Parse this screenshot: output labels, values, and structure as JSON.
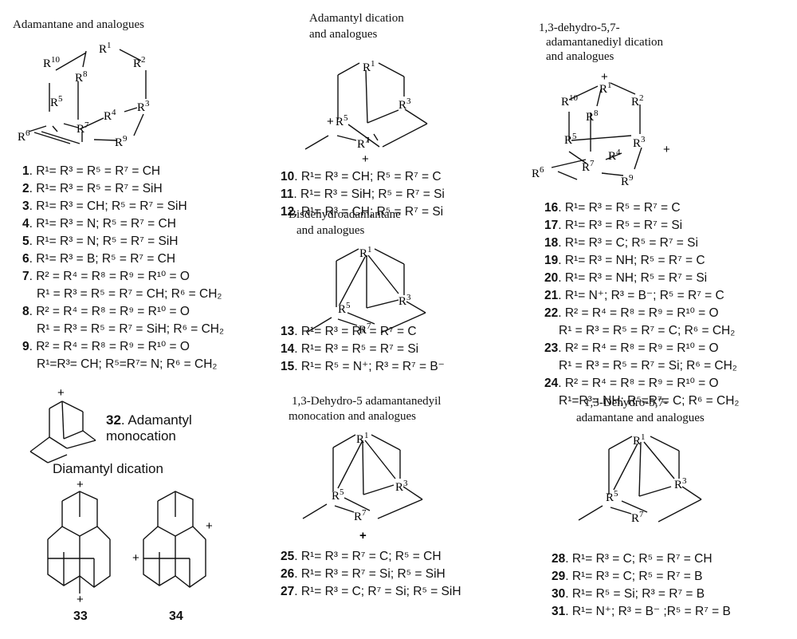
{
  "headings": {
    "h1": "Adamantane and analogues",
    "h2a": "Adamantyl dication",
    "h2b": "and analogues",
    "h3a": "1,3-dehydro-5,7-",
    "h3b": "adamantanediyl dication",
    "h3c": "and analogues",
    "h4a": "Bisdehydroadamantane",
    "h4b": "and analogues",
    "h5a": "1,3-Dehydro-5 adamantanedyil",
    "h5b": "monocation and analogues",
    "h6a": "1,3-Dehydro-5,7-",
    "h6b": "adamantane and analogues",
    "h7": "Diamantyl dication"
  },
  "mono": {
    "num": "32",
    "line1": ". Adamantyl",
    "line2": "monocation"
  },
  "diamantyl": {
    "a": "33",
    "b": "34"
  },
  "atoms": {
    "R1": "R",
    "R2": "R",
    "R3": "R",
    "R4": "R",
    "R5": "R",
    "R6": "R",
    "R7": "R",
    "R8": "R",
    "R9": "R",
    "R10": "R",
    "s1": "1",
    "s2": "2",
    "s3": "3",
    "s4": "4",
    "s5": "5",
    "s6": "6",
    "s7": "7",
    "s8": "8",
    "s9": "9",
    "s10": "10"
  },
  "plus": "+",
  "list_a": [
    {
      "n": "1",
      "t": ". R¹= R³ = R⁵ = R⁷ = CH"
    },
    {
      "n": "2",
      "t": ". R¹= R³ = R⁵ = R⁷ = SiH"
    },
    {
      "n": "3",
      "t": ". R¹= R³ = CH; R⁵ = R⁷ = SiH"
    },
    {
      "n": "4",
      "t": ". R¹= R³ = N; R⁵ = R⁷ = CH"
    },
    {
      "n": "5",
      "t": ". R¹= R³ = N; R⁵ = R⁷ = SiH"
    },
    {
      "n": "6",
      "t": ". R¹= R³ = B; R⁵ = R⁷ = CH"
    },
    {
      "n": "7",
      "t": ". R² = R⁴ = R⁸ = R⁹ = R¹⁰ = O",
      "s": "R¹ = R³ = R⁵ = R⁷ = CH; R⁶ = CH₂"
    },
    {
      "n": "8",
      "t": ". R² = R⁴ = R⁸ = R⁹ = R¹⁰ = O",
      "s": "R¹ = R³ = R⁵ = R⁷ = SiH; R⁶ = CH₂"
    },
    {
      "n": "9",
      "t": ". R² = R⁴ = R⁸ = R⁹ = R¹⁰ = O",
      "s": "R¹=R³= CH; R⁵=R⁷= N; R⁶ = CH₂"
    }
  ],
  "list_b": [
    {
      "n": "10",
      "t": ". R¹= R³ = CH; R⁵ = R⁷ = C"
    },
    {
      "n": "11",
      "t": ". R¹= R³ = SiH; R⁵ = R⁷ = Si"
    },
    {
      "n": "12",
      "t": ". R¹= R³ = CH; R⁵ = R⁷ = Si"
    }
  ],
  "list_c": [
    {
      "n": "13",
      "t": ". R¹= R³ = R⁵ = R⁷ = C"
    },
    {
      "n": "14",
      "t": ". R¹= R³ = R⁵ = R⁷ = Si"
    },
    {
      "n": "15",
      "t": ". R¹= R⁵ = N⁺; R³ = R⁷ = B⁻"
    }
  ],
  "list_d": [
    {
      "n": "25",
      "t": ". R¹= R³ = R⁷ = C; R⁵ = CH"
    },
    {
      "n": "26",
      "t": ". R¹= R³ = R⁷ = Si; R⁵ = SiH"
    },
    {
      "n": "27",
      "t": ". R¹= R³ = C; R⁷ = Si; R⁵ = SiH"
    }
  ],
  "list_e": [
    {
      "n": "16",
      "t": ". R¹= R³ = R⁵ = R⁷ = C"
    },
    {
      "n": "17",
      "t": ". R¹= R³ = R⁵ = R⁷ = Si"
    },
    {
      "n": "18",
      "t": ". R¹= R³ = C; R⁵ = R⁷ = Si"
    },
    {
      "n": "19",
      "t": ". R¹= R³ = NH; R⁵ = R⁷ = C"
    },
    {
      "n": "20",
      "t": ". R¹= R³ = NH; R⁵ = R⁷ = Si"
    },
    {
      "n": "21",
      "t": ". R¹= N⁺; R³ = B⁻; R⁵ = R⁷ = C"
    },
    {
      "n": "22",
      "t": ". R² = R⁴ = R⁸ = R⁹ = R¹⁰ = O",
      "s": "R¹ = R³ = R⁵ = R⁷ = C; R⁶ = CH₂"
    },
    {
      "n": "23",
      "t": ". R² = R⁴ = R⁸ = R⁹ = R¹⁰ = O",
      "s": "R¹ = R³ = R⁵ = R⁷ = Si; R⁶ = CH₂"
    },
    {
      "n": "24",
      "t": ". R² = R⁴ = R⁸ = R⁹ = R¹⁰ = O",
      "s": "R¹=R³= NH; R⁵=R⁷= C; R⁶ = CH₂"
    }
  ],
  "list_f": [
    {
      "n": "28",
      "t": ". R¹= R³ = C; R⁵ = R⁷ = CH"
    },
    {
      "n": "29",
      "t": ". R¹= R³ = C; R⁵ = R⁷ = B"
    },
    {
      "n": "30",
      "t": ". R¹= R⁵ = Si; R³ = R⁷ = B"
    },
    {
      "n": "31",
      "t": ". R¹= N⁺; R³ = B⁻ ;R⁵ = R⁷ = B"
    }
  ]
}
